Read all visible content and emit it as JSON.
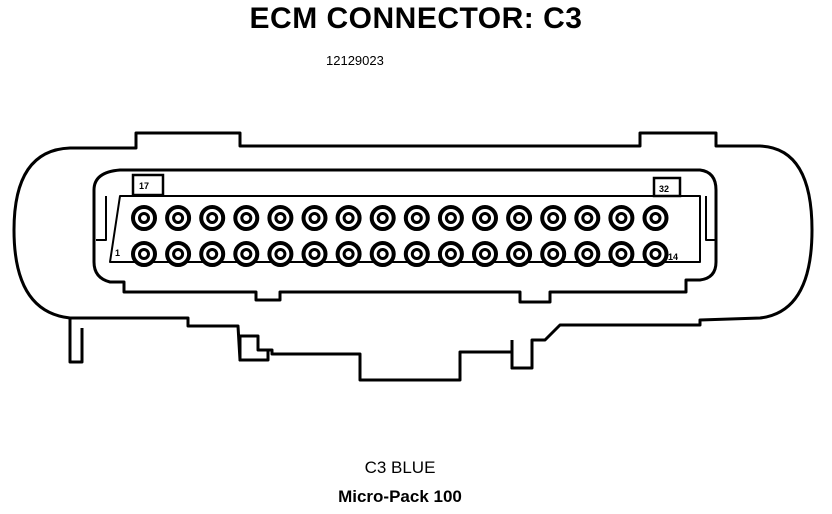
{
  "title": "ECM CONNECTOR: C3",
  "part_number": "12129023",
  "caption_color": "C3 BLUE",
  "caption_type": "Micro-Pack 100",
  "pin_labels": {
    "top_left": "17",
    "top_right": "32",
    "bottom_left": "1",
    "bottom_right": "14"
  },
  "pin_rows": {
    "top_count": 16,
    "bottom_count": 16
  },
  "colors": {
    "line": "#000000",
    "background": "#ffffff"
  }
}
